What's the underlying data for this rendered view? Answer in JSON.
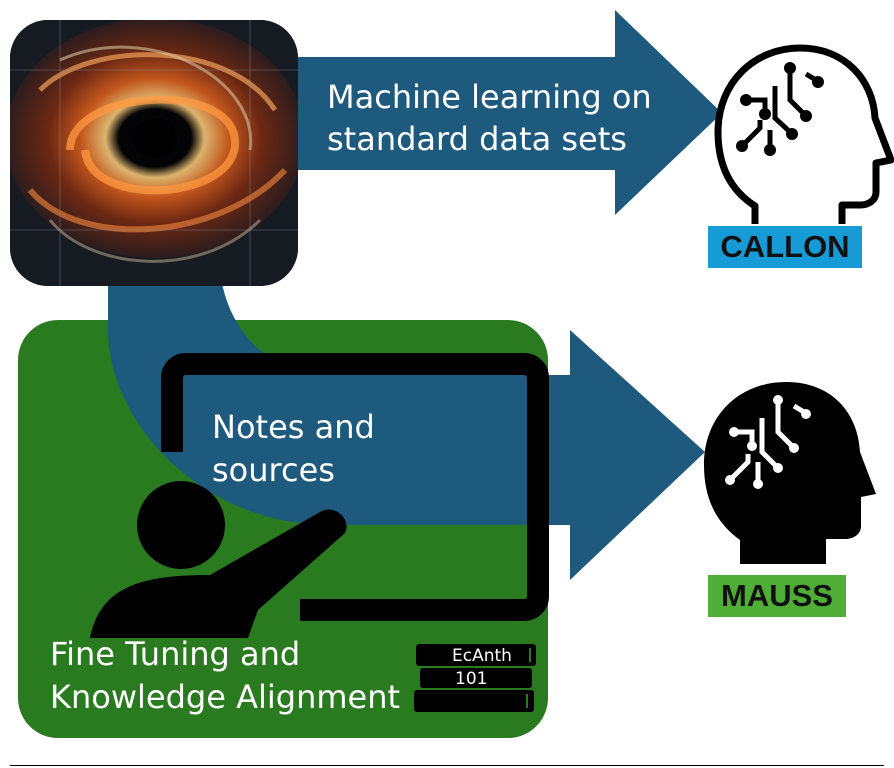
{
  "top_flow": {
    "image_name": "black-hole-equations-image",
    "label_line1": "Machine learning on",
    "label_line2": "standard data sets",
    "arrow_color": "#1d5a7e"
  },
  "middle_flow": {
    "label_line1": "Notes and",
    "label_line2": "sources",
    "arrow_color": "#1d5a7e"
  },
  "fine_tuning_panel": {
    "background_color": "#2a7a1f",
    "label_line1": "Fine Tuning and",
    "label_line2": "Knowledge Alignment",
    "book_line1": "EcAnth",
    "book_line2": "101"
  },
  "models": [
    {
      "name": "CALLON",
      "badge_color": "#169bd7",
      "head_style": "outline"
    },
    {
      "name": "MAUSS",
      "badge_color": "#4eae36",
      "head_style": "filled"
    }
  ]
}
